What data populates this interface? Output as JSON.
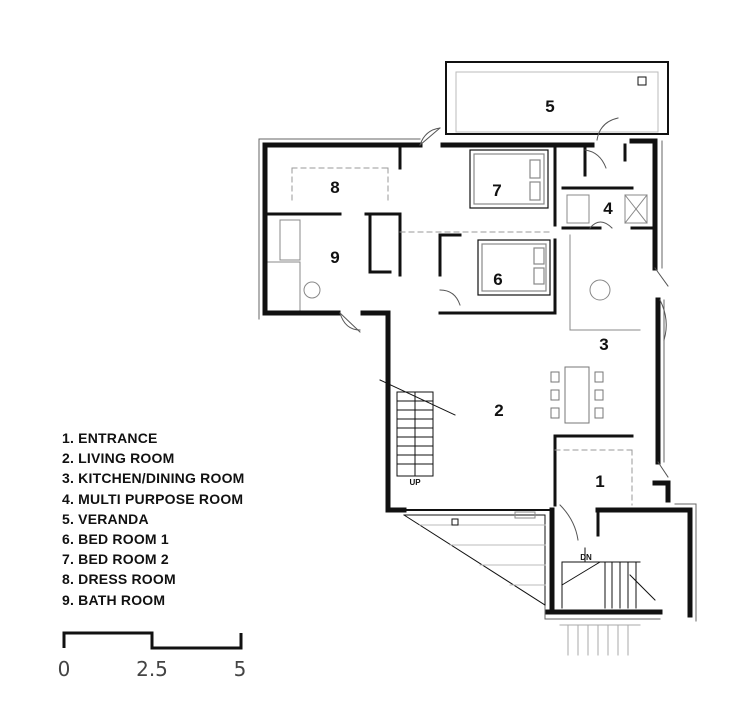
{
  "rooms": [
    {
      "num": "1"
    },
    {
      "num": "2"
    },
    {
      "num": "3"
    },
    {
      "num": "4"
    },
    {
      "num": "5"
    },
    {
      "num": "6"
    },
    {
      "num": "7"
    },
    {
      "num": "8"
    },
    {
      "num": "9"
    }
  ],
  "stair_labels": {
    "up": "UP",
    "down": "DN"
  },
  "legend": [
    "1. ENTRANCE",
    "2. LIVING ROOM",
    "3. KITCHEN/DINING ROOM",
    "4. MULTI PURPOSE ROOM",
    "5. VERANDA",
    "6. BED ROOM 1",
    "7. BED ROOM 2",
    "8. DRESS ROOM",
    "9. BATH ROOM"
  ],
  "scale_bar": {
    "ticks": [
      "0",
      "2.5",
      "5"
    ]
  }
}
